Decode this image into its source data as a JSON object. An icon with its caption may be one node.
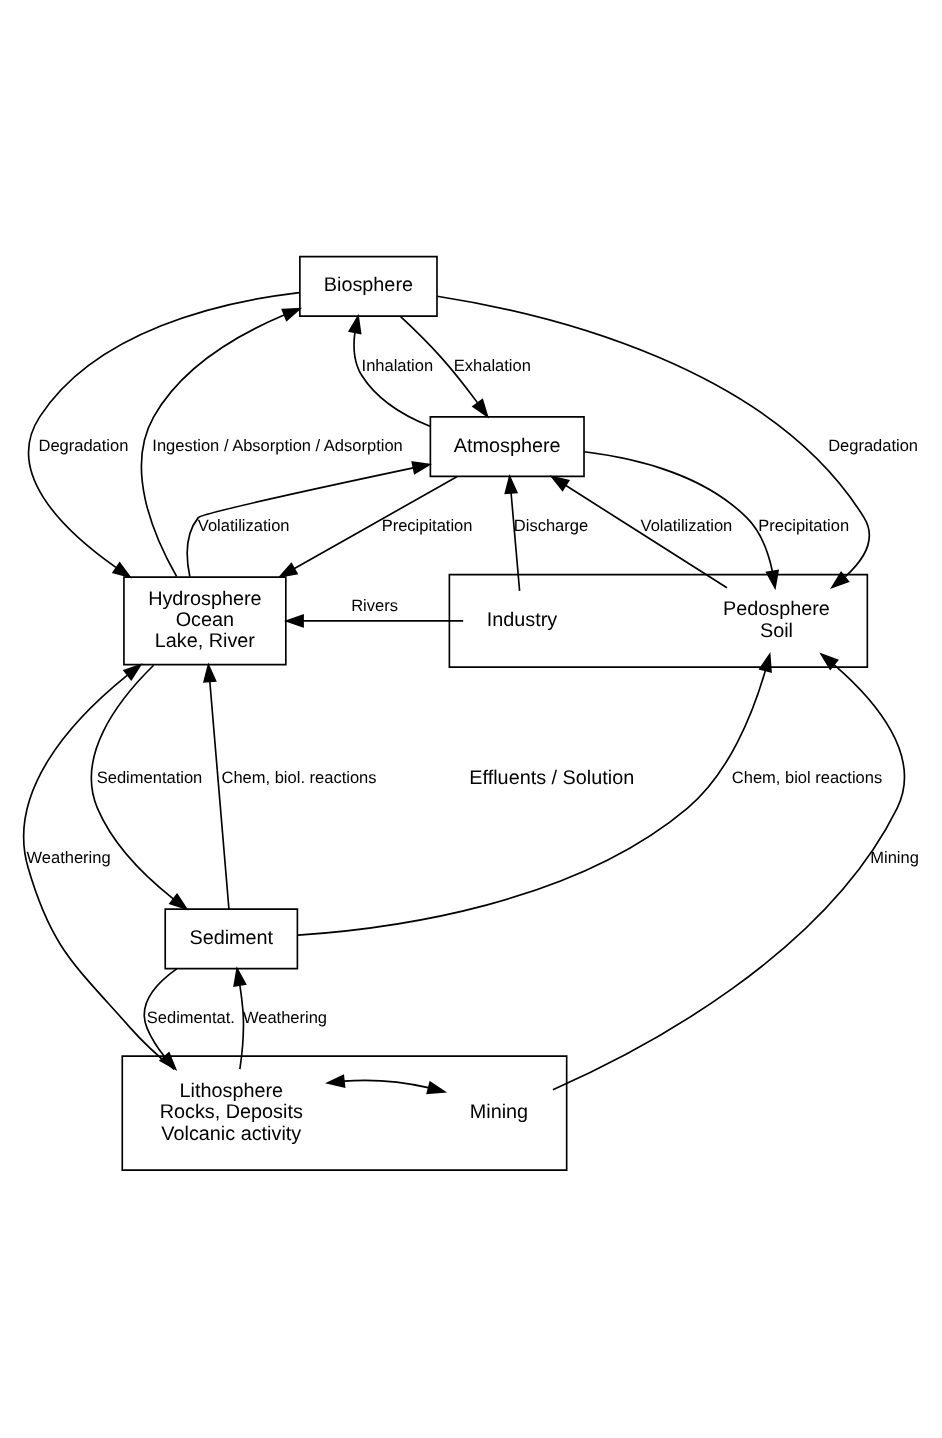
{
  "diagram": {
    "nodes": [
      {
        "text": [
          "Biosphere"
        ]
      },
      {
        "text": [
          "Atmosphere"
        ]
      },
      {
        "text": [],
        "shape": "box"
      },
      {
        "text": [
          "Pedosphere",
          "Soil"
        ],
        "in": 2
      },
      {
        "text": [
          "Industry"
        ],
        "in": 2
      },
      {
        "text": [
          "Hydrosphere",
          "Ocean",
          "Lake, River"
        ]
      },
      {
        "text": [
          "Sediment"
        ]
      },
      {
        "text": [],
        "shape": "box"
      },
      {
        "text": [
          "Mining"
        ],
        "in": 7
      },
      {
        "text": [
          "Lithosphere",
          "Rocks, Deposits",
          "Volcanic activity"
        ],
        "in": 7
      }
    ],
    "edges": [
      {
        "from": 0,
        "to": 3,
        "arrow": "to",
        "label": "Degradation"
      },
      {
        "from": 1,
        "to": 0,
        "arrow": "to",
        "label": "Inhalation"
      },
      {
        "from": 0,
        "to": 1,
        "arrow": "to",
        "label": "Exhalation"
      },
      {
        "from": 5,
        "to": 0,
        "arrow": "to",
        "label": "Ingestion / Absorption / Adsorption"
      },
      {
        "from": 0,
        "to": 5,
        "arrow": "to",
        "label": "Degradation"
      },
      {
        "from": 3,
        "to": 1,
        "arrow": "to",
        "label": "Volatilization"
      },
      {
        "from": 1,
        "to": 3,
        "arrow": "to",
        "label": "Precipitation"
      },
      {
        "from": 4,
        "to": 1,
        "arrow": "to",
        "label": "Discharge"
      },
      {
        "from": 5,
        "to": 1,
        "arrow": "to",
        "label": "Volatilization"
      },
      {
        "from": 1,
        "to": 5,
        "arrow": "to",
        "label": "Precipitation"
      },
      {
        "from": 4,
        "to": 5,
        "arrow": "to",
        "label": "Rivers"
      },
      {
        "from": 6,
        "to": 3,
        "arrow": "to",
        "label": "Chem, biol reactions"
      },
      {
        "from": 6,
        "to": 5,
        "arrow": "to",
        "label": "Chem, biol. reactions"
      },
      {
        "from": 5,
        "to": 6,
        "arrow": "to",
        "label": "Sedimentation"
      },
      {
        "from": 6,
        "to": 9,
        "arrow": "to",
        "label": "Sedimentat."
      },
      {
        "from": 9,
        "to": 6,
        "arrow": "to",
        "label": "Weathering"
      },
      {
        "from": 8,
        "to": 3,
        "arrow": "to",
        "label": "Mining"
      },
      {
        "from": 9,
        "to": 5,
        "arrow": "to",
        "label": "Weathering"
      },
      {
        "from": 8,
        "to": 9,
        "arrow": "both"
      }
    ],
    "labels": [
      "Effluents / Solution"
    ]
  }
}
